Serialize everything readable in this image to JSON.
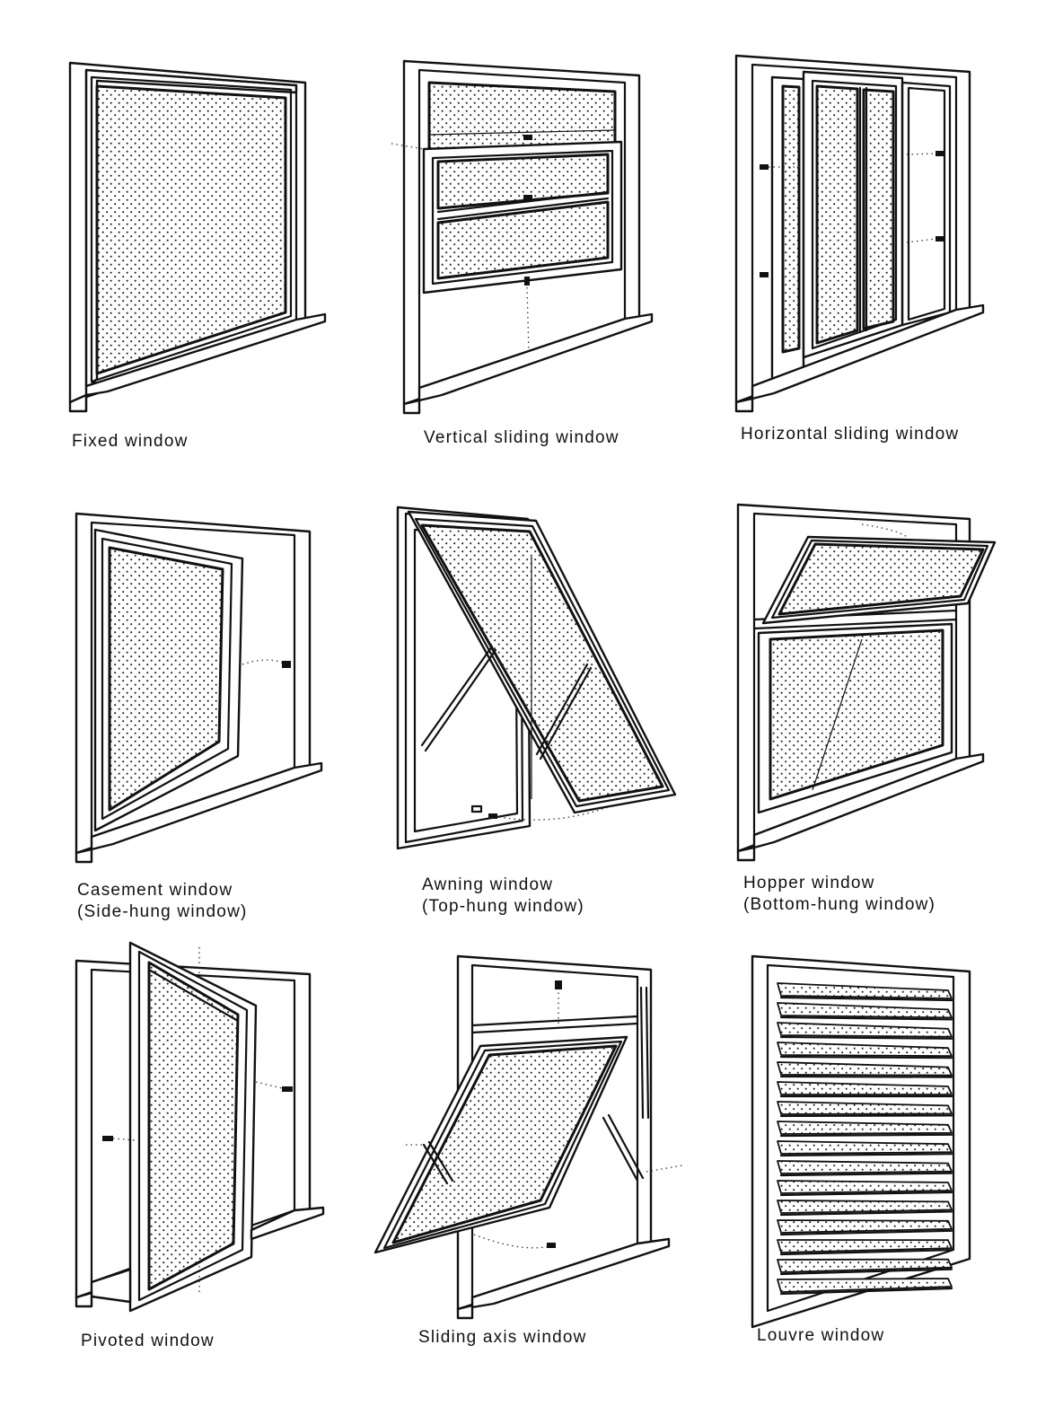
{
  "windows": [
    {
      "id": "fixed",
      "caption": [
        "Fixed window"
      ]
    },
    {
      "id": "vertical-sliding",
      "caption": [
        "Vertical sliding window"
      ]
    },
    {
      "id": "horizontal-sliding",
      "caption": [
        "Horizontal sliding window"
      ]
    },
    {
      "id": "casement",
      "caption": [
        "Casement window",
        "(Side-hung window)"
      ]
    },
    {
      "id": "awning",
      "caption": [
        "Awning window",
        "(Top-hung window)"
      ]
    },
    {
      "id": "hopper",
      "caption": [
        "Hopper window",
        "(Bottom-hung window)"
      ]
    },
    {
      "id": "pivoted",
      "caption": [
        "Pivoted window"
      ]
    },
    {
      "id": "sliding-axis",
      "caption": [
        "Sliding axis window"
      ]
    },
    {
      "id": "louvre",
      "caption": [
        "Louvre window"
      ]
    }
  ],
  "colors": {
    "ink": "#111111",
    "paper": "#ffffff"
  }
}
